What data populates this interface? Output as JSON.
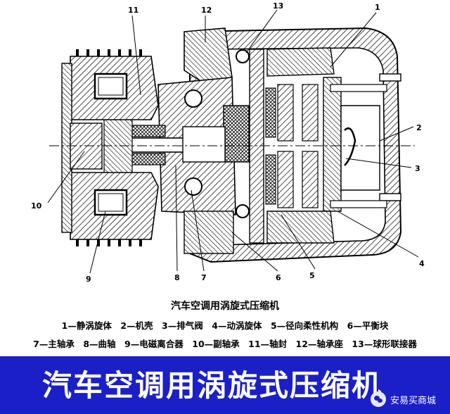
{
  "diagram": {
    "labels": [
      "11",
      "12",
      "13",
      "1",
      "2",
      "3",
      "4",
      "5",
      "6",
      "7",
      "8",
      "9",
      "10"
    ]
  },
  "caption": {
    "title": "汽车空调用涡旋式压缩机",
    "legend_line_1": "1—静涡旋体　2—机壳　3—排气阀　4—动涡旋体　5—径向柔性机构　6—平衡块",
    "legend_line_2": "7—主轴承　8—曲轴　9—电磁离合器　10—副轴承　11—轴封　12—轴承座　13—球形联接器"
  },
  "banner": {
    "title": "汽车空调用涡旋式压缩机",
    "watermark": "安易买商城",
    "color": "#1a1fc8"
  }
}
